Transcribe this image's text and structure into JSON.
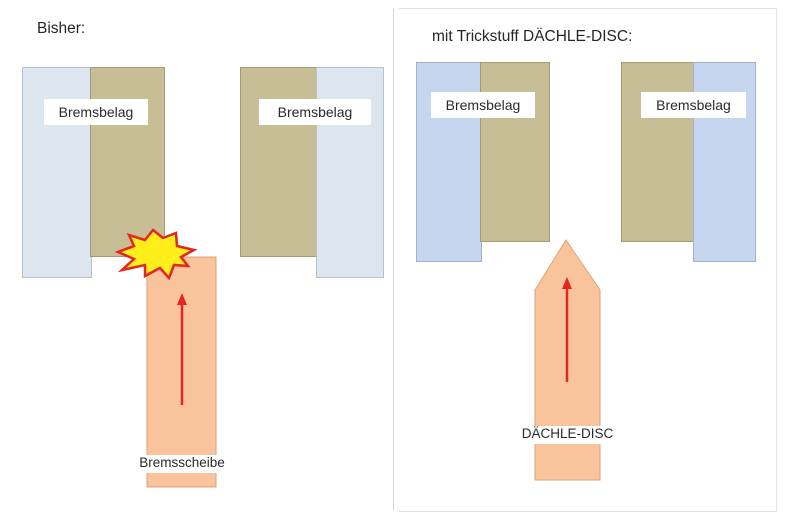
{
  "left_panel": {
    "title": "Bisher:",
    "pad_left_label": "Bremsbelag",
    "pad_right_label": "Bremsbelag",
    "disc_label": "Bremsscheibe"
  },
  "right_panel": {
    "title": "mit Trickstuff DÄCHLE-DISC:",
    "pad_left_label": "Bremsbelag",
    "pad_right_label": "Bremsbelag",
    "disc_label": "DÄCHLE-DISC"
  },
  "colors": {
    "carrier_left_panel": "#dde5ef",
    "carrier_right_panel": "#c5d6ee",
    "pad": "#c7be96",
    "disc": "#f9c49c",
    "disc_outline": "#e0a07a",
    "arrow": "#e32620",
    "impact_fill": "#ffee1a",
    "impact_outline": "#e32620"
  }
}
